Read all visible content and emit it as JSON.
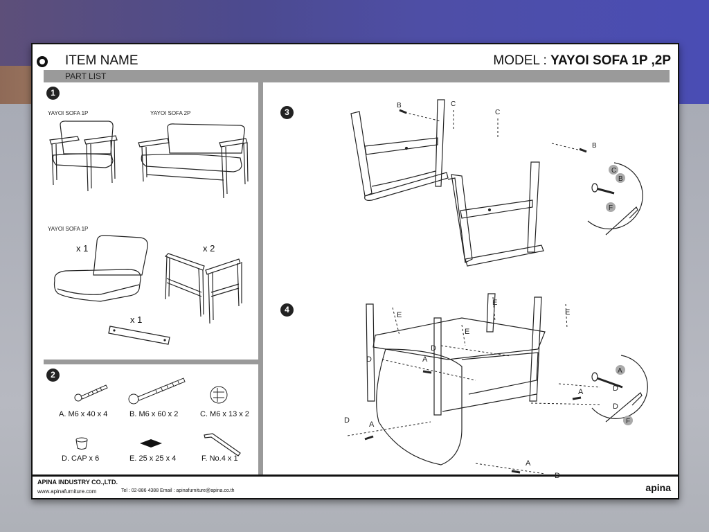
{
  "header": {
    "item_name": "ITEM NAME",
    "model_label": "MODEL  :",
    "model_value": "YAYOI  SOFA 1P ,2P",
    "part_list": "PART LIST"
  },
  "steps": [
    "1",
    "2",
    "3",
    "4"
  ],
  "section1": {
    "label_top_left": "YAYOI SOFA 1P",
    "label_top_right": "YAYOI SOFA 2P",
    "label_mid": "YAYOI SOFA 1P",
    "qty_cushion": "x 1",
    "qty_arms": "x 2",
    "qty_rail": "x 1"
  },
  "parts": [
    {
      "label": "A.  M6 x 40 x 4"
    },
    {
      "label": "B.  M6 x 60 x 2"
    },
    {
      "label": "C.  M6 x 13 x 2"
    },
    {
      "label": "D.  CAP x 6"
    },
    {
      "label": "E.  25 x 25 x 4"
    },
    {
      "label": "F.  No.4 x 1"
    }
  ],
  "callouts": {
    "A": "A",
    "B": "B",
    "C": "C",
    "D": "D",
    "E": "E",
    "F": "F"
  },
  "footer": {
    "company": "APINA INDUSTRY CO.,LTD.",
    "website": "www.apinafurniture.com",
    "contact": "Tel : 02-886  4388  Email : apinafurniture@apina.co.th",
    "brand": "apina"
  }
}
